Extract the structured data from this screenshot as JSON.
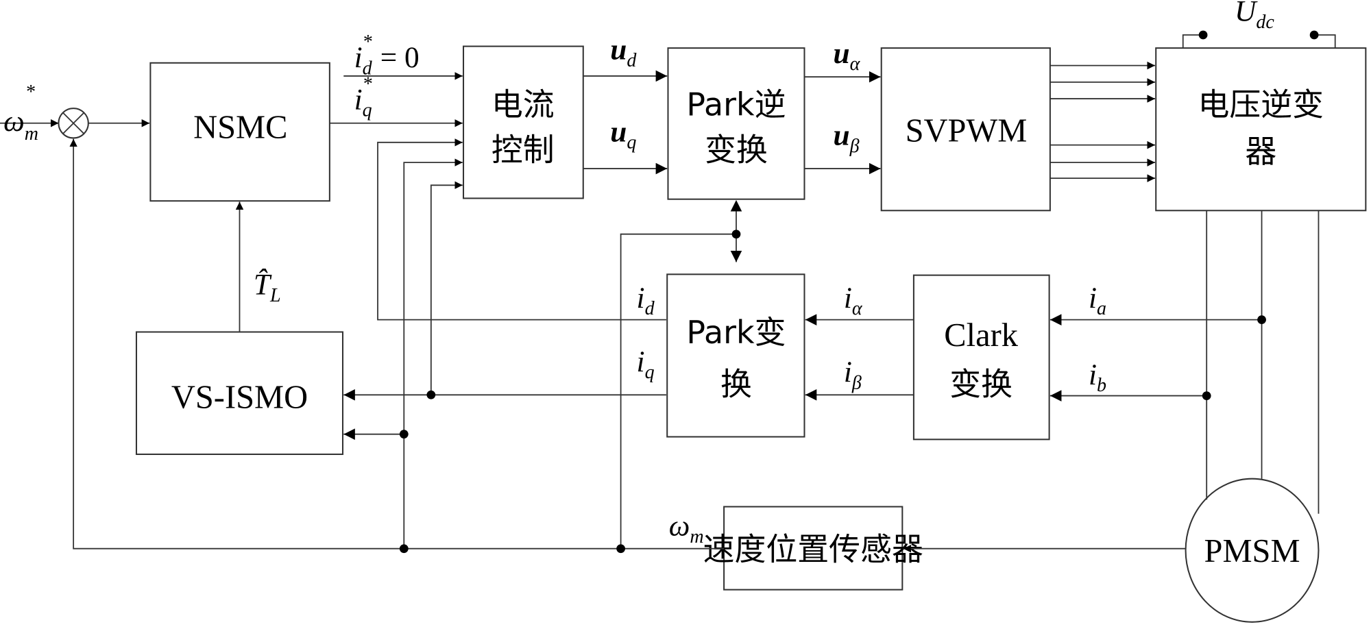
{
  "blocks": {
    "nsmc": "NSMC",
    "current_control": [
      "电流",
      "控制"
    ],
    "inverse_park": [
      "Park逆",
      "变换"
    ],
    "svpwm": "SVPWM",
    "inverter": [
      "电压逆变",
      "器"
    ],
    "park": [
      "Park变",
      "换"
    ],
    "clark": [
      "Clark",
      "变换"
    ],
    "vs_ismo": "VS-ISMO",
    "sensor": "速度位置传感器",
    "pmsm": "PMSM"
  },
  "signals": {
    "omega_ref": {
      "main": "ω",
      "sub": "m",
      "sup": "*"
    },
    "id_ref": {
      "main": "i",
      "sub": "d",
      "sup": "*",
      "suffix": " = 0"
    },
    "iq_ref": {
      "main": "i",
      "sub": "q",
      "sup": "*"
    },
    "ud": {
      "main": "u",
      "sub": "d"
    },
    "uq": {
      "main": "u",
      "sub": "q"
    },
    "ualpha": {
      "main": "u",
      "sub": "α"
    },
    "ubeta": {
      "main": "u",
      "sub": "β"
    },
    "udc": {
      "main": "U",
      "sub": "dc"
    },
    "ia": {
      "main": "i",
      "sub": "a"
    },
    "ib": {
      "main": "i",
      "sub": "b"
    },
    "ialpha": {
      "main": "i",
      "sub": "α"
    },
    "ibeta": {
      "main": "i",
      "sub": "β"
    },
    "id": {
      "main": "i",
      "sub": "d"
    },
    "iq": {
      "main": "i",
      "sub": "q"
    },
    "tl_hat": {
      "main": "T̂",
      "sub": "L"
    },
    "omega_m": {
      "main": "ω",
      "sub": "m"
    }
  }
}
